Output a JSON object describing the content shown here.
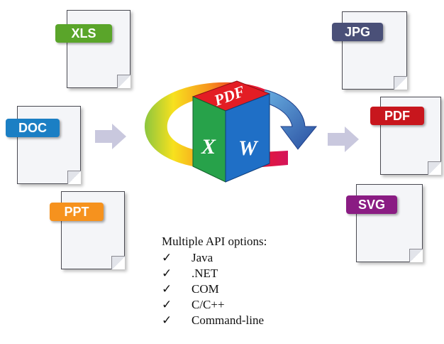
{
  "inputs": [
    {
      "label": "XLS",
      "color": "#5aa52a"
    },
    {
      "label": "DOC",
      "color": "#1b7fc4"
    },
    {
      "label": "PPT",
      "color": "#f6921e"
    }
  ],
  "outputs": [
    {
      "label": "JPG",
      "color": "#4a5078"
    },
    {
      "label": "PDF",
      "color": "#c8161d"
    },
    {
      "label": "SVG",
      "color": "#8a1c83"
    }
  ],
  "cube": {
    "top_text": "PDF",
    "left_text": "X",
    "right_text": "W"
  },
  "api": {
    "title": "Multiple API options:",
    "items": [
      "Java",
      ".NET",
      "COM",
      "C/C++",
      "Command-line"
    ],
    "check_glyph": "✓"
  }
}
